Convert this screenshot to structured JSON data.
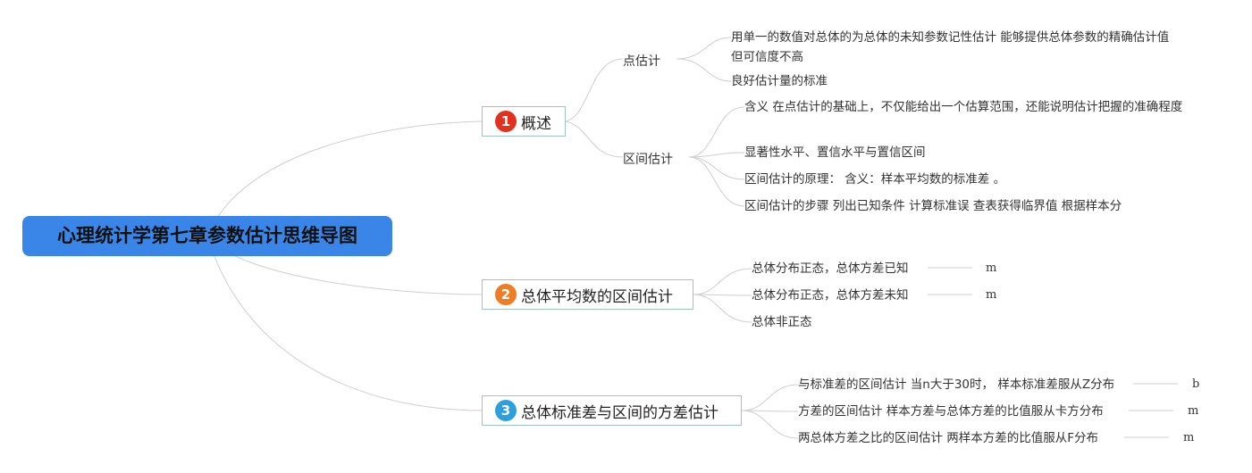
{
  "root": {
    "title": "心理统计学第七章参数估计思维导图"
  },
  "colors": {
    "root": "#3a86e8",
    "badge1": "#e0321e",
    "badge2": "#ee7d26",
    "badge3": "#2da0dc",
    "line": "#cfcfcf"
  },
  "branches": [
    {
      "num": "1",
      "label": "概述",
      "subs": [
        {
          "label": "点估计",
          "leaves": [
            "用单一的数值对总体的为总体的未知参数记性估计 能够提供总体参数的精确估计值 但可信度不高",
            "良好估计量的标准"
          ]
        },
        {
          "label": "区间估计",
          "leaves": [
            "含义 在点估计的基础上，不仅能给出一个估算范围，还能说明估计把握的准确程度",
            "显著性水平、置信水平与置信区间",
            "区间估计的原理： 含义：样本平均数的标准差 。",
            "区间估计的步骤 列出已知条件 计算标准误 查表获得临界值 根据样本分"
          ]
        }
      ]
    },
    {
      "num": "2",
      "label": "总体平均数的区间估计",
      "leaves": [
        {
          "text": "总体分布正态，总体方差已知",
          "tail": "m"
        },
        {
          "text": "总体分布正态，总体方差未知",
          "tail": "m"
        },
        {
          "text": "总体非正态",
          "tail": ""
        }
      ]
    },
    {
      "num": "3",
      "label": "总体标准差与区间的方差估计",
      "leaves": [
        {
          "text": "与标准差的区间估计 当n大于30时， 样本标准差服从Z分布",
          "tail": "b"
        },
        {
          "text": "方差的区间估计 样本方差与总体方差的比值服从卡方分布",
          "tail": "m"
        },
        {
          "text": "两总体方差之比的区间估计 两样本方差的比值服从F分布",
          "tail": "m"
        }
      ]
    }
  ]
}
